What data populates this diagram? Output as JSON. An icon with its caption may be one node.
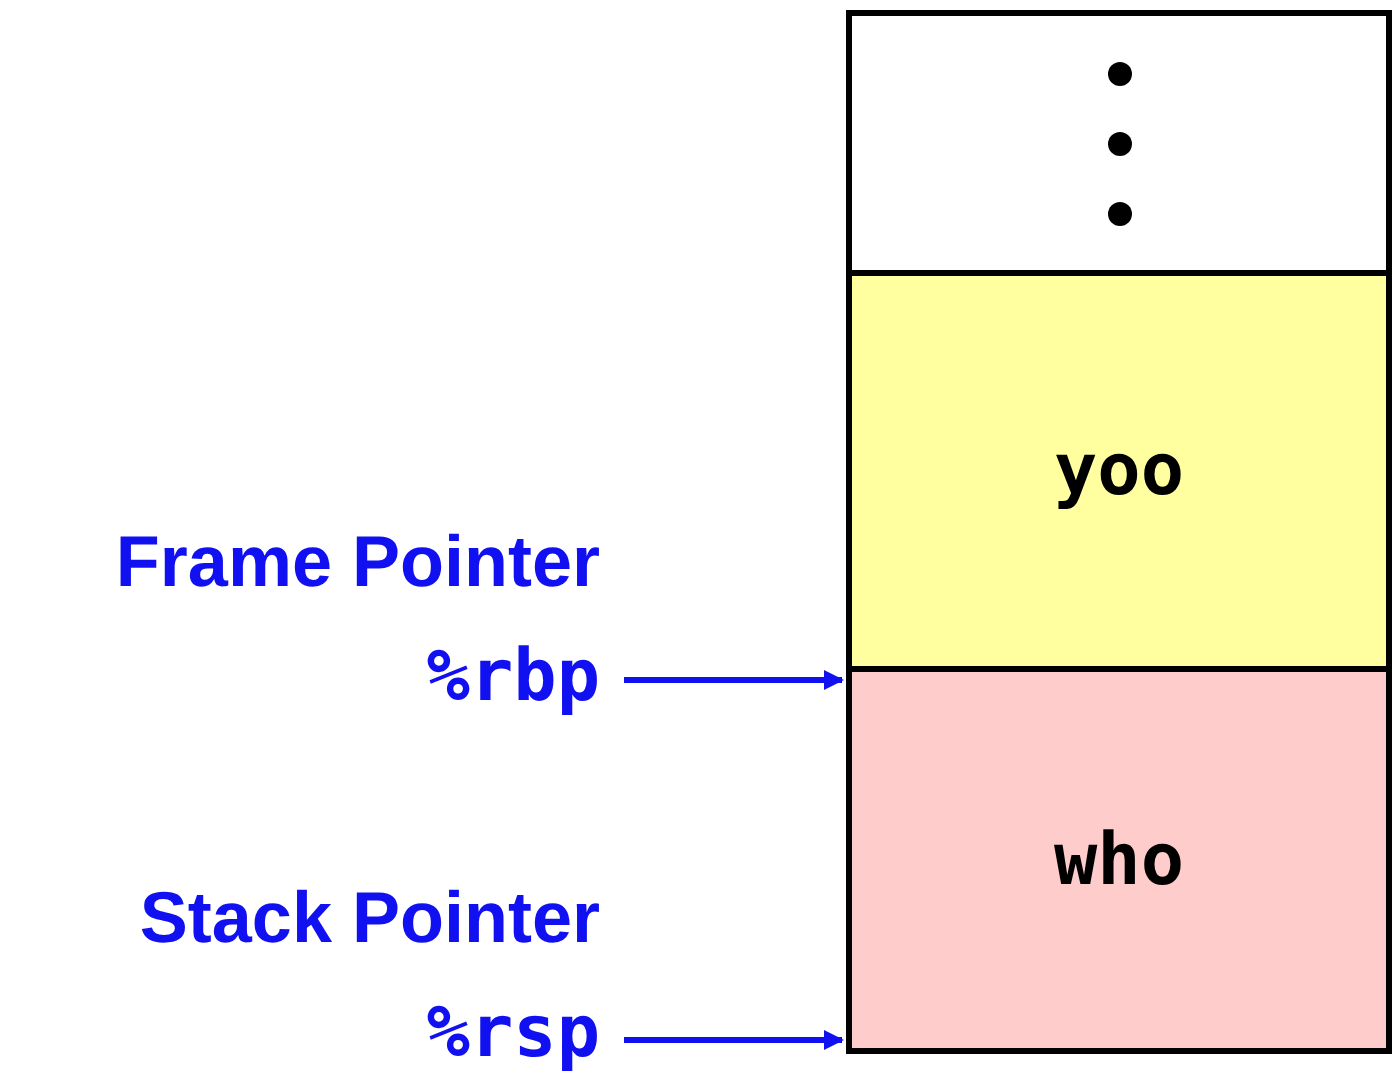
{
  "diagram": {
    "nodes": [
      {
        "text": [],
        "shape": "box"
      },
      {
        "text": [
          "yoo"
        ]
      },
      {
        "text": [
          "who"
        ]
      },
      {
        "text": [
          "Frame Pointer",
          "%rbp"
        ]
      },
      {
        "text": [
          "Stack Pointer",
          "%rsp"
        ]
      }
    ],
    "edges": [
      {
        "from": 3,
        "to": 2,
        "arrow": "to"
      },
      {
        "from": 4,
        "to": 2,
        "arrow": "to"
      }
    ]
  }
}
